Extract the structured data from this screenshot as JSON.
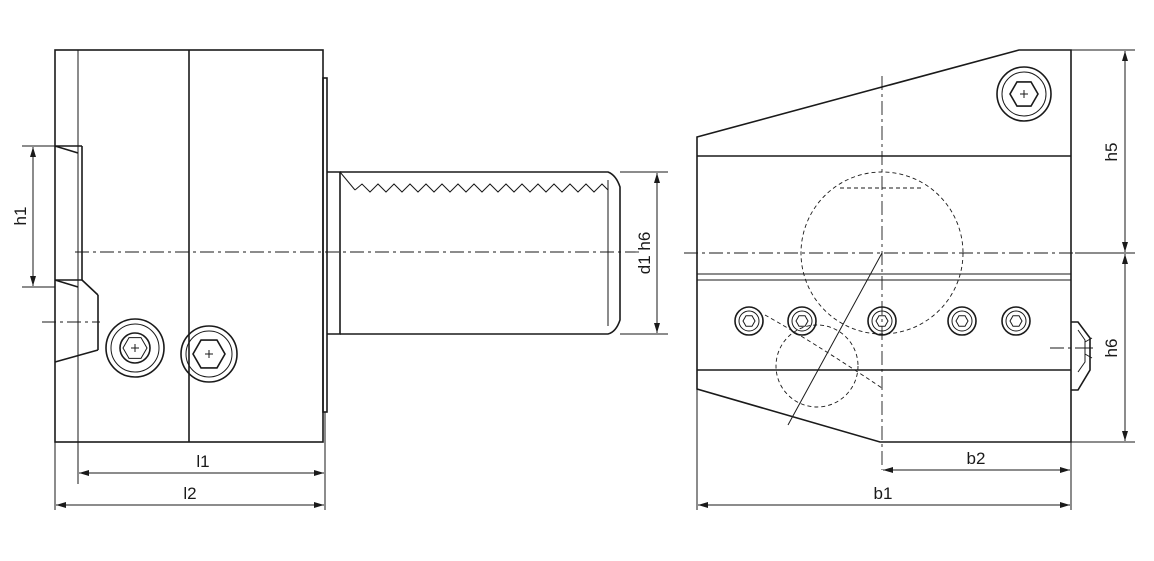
{
  "dimensions": {
    "l1": "l1",
    "l2": "l2",
    "h1": "h1",
    "d1": "d1 h6",
    "h5": "h5",
    "h6": "h6",
    "b1": "b1",
    "b2": "b2"
  }
}
